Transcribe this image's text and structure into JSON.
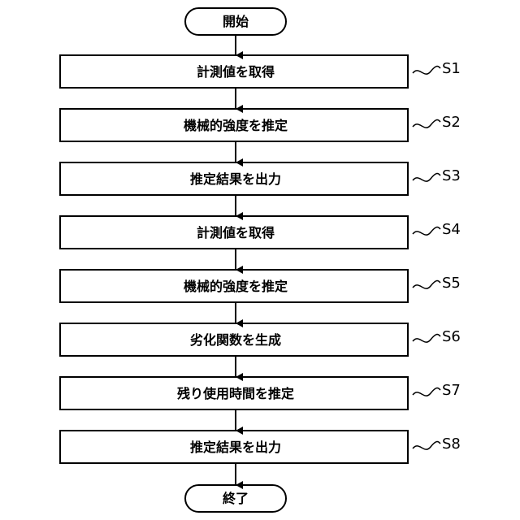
{
  "flowchart": {
    "start": "開始",
    "end": "終了",
    "steps": [
      {
        "text": "計測値を取得",
        "label": "S1"
      },
      {
        "text": "機械的強度を推定",
        "label": "S2"
      },
      {
        "text": "推定結果を出力",
        "label": "S3"
      },
      {
        "text": "計測値を取得",
        "label": "S4"
      },
      {
        "text": "機械的強度を推定",
        "label": "S5"
      },
      {
        "text": "劣化関数を生成",
        "label": "S6"
      },
      {
        "text": "残り使用時間を推定",
        "label": "S7"
      },
      {
        "text": "推定結果を出力",
        "label": "S8"
      }
    ]
  }
}
